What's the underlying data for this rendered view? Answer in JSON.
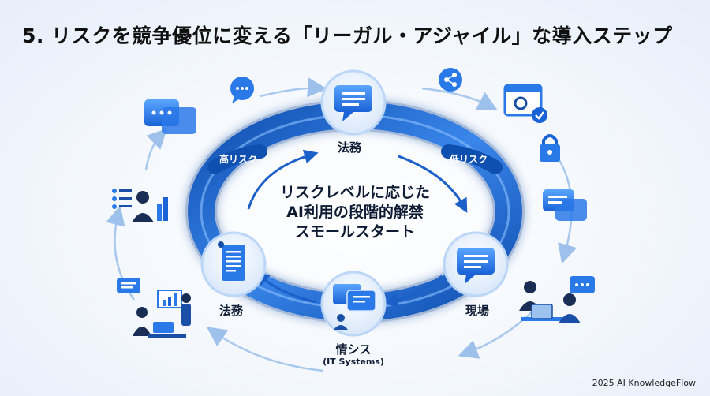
{
  "title": "5. リスクを競争優位に変える「リーガル・アジャイル」な導入ステップ",
  "nodes": {
    "top": "法務",
    "right": "現場",
    "bottom": "情シス",
    "bottom_sub": "(IT Systems)",
    "left": "法務"
  },
  "arc_labels": {
    "high_risk": "高リスク",
    "low_risk": "低リスク"
  },
  "center": {
    "line1": "リスクレベルに応じた",
    "line2": "AI利用の段階的解禁",
    "line3": "スモールスタート"
  },
  "footer": "2025 AI KnowledgeFlow",
  "colors": {
    "accent": "#1f6fe0",
    "ring_dark": "#0f4fb0",
    "ring_light": "#5fa4f2",
    "icon_blue": "#2a79e8",
    "navy": "#1a2e55"
  },
  "icons": [
    "chat-icon",
    "share-icon",
    "settings-check-icon",
    "lock-icon",
    "document-icon",
    "user-icon",
    "presentation-icon",
    "team-meeting-icon",
    "laptop-user-icon"
  ]
}
